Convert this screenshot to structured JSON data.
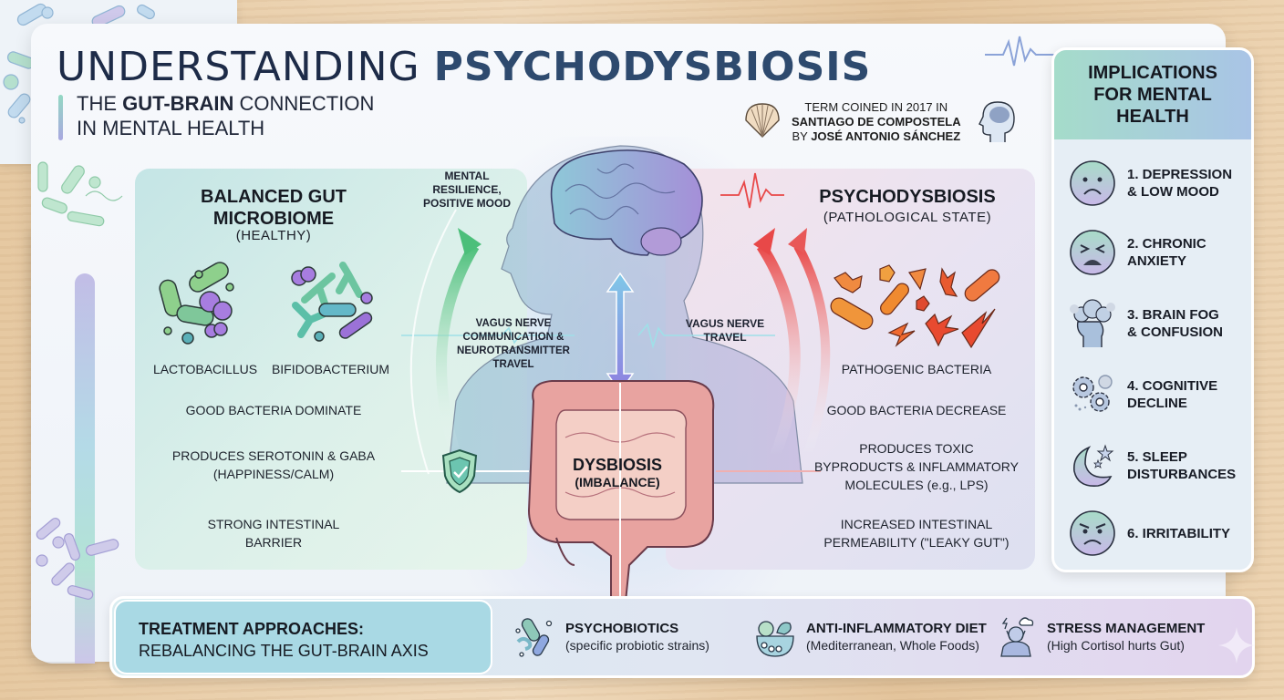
{
  "header": {
    "title_prefix": "UNDERSTANDING ",
    "title_emphasis": "PSYCHODYSBIOSIS",
    "subtitle_line1_pre": "THE ",
    "subtitle_line1_bold": "GUT-BRAIN",
    "subtitle_line1_post": " CONNECTION",
    "subtitle_line2": "IN MENTAL HEALTH"
  },
  "origin_note": {
    "line1": "TERM COINED IN 2017 IN",
    "line2": "SANTIAGO DE COMPOSTELA",
    "line3_pre": "BY ",
    "line3_bold": "JOSÉ ANTONIO SÁNCHEZ",
    "left_icon": "scallop-shell-icon",
    "right_icon": "head-brain-icon"
  },
  "healthy_panel": {
    "title_line1": "BALANCED GUT",
    "title_line2": "MICROBIOME",
    "subtitle": "(HEALTHY)",
    "bacteria": [
      {
        "label": "LACTOBACILLUS",
        "icon": "lactobacillus-icon"
      },
      {
        "label": "BIFIDOBACTERIUM",
        "icon": "bifidobacterium-icon"
      }
    ],
    "points": [
      {
        "line1": "GOOD BACTERIA DOMINATE",
        "line2": ""
      },
      {
        "line1": "PRODUCES SEROTONIN & GABA",
        "line2": "(HAPPINESS/CALM)"
      },
      {
        "line1": "STRONG INTESTINAL",
        "line2": "BARRIER"
      }
    ],
    "accent_color": "#5cc08a"
  },
  "center": {
    "mental_label_line1": "MENTAL",
    "mental_label_line2": "RESILIENCE,",
    "mental_label_line3": "POSITIVE MOOD",
    "vagus_left_line1": "VAGUS NERVE",
    "vagus_left_line2": "COMMUNICATION &",
    "vagus_left_line3": "NEUROTRANSMITTER",
    "vagus_left_line4": "TRAVEL",
    "vagus_right_line1": "VAGUS NERVE",
    "vagus_right_line2": "TRAVEL",
    "gut_label": "DYSBIOSIS",
    "gut_sublabel": "(IMBALANCE)",
    "arrow_color": "#8ba0e8"
  },
  "patho_panel": {
    "title": "PSYCHODYSBIOSIS",
    "subtitle": "(PATHOLOGICAL STATE)",
    "bacteria_label": "PATHOGENIC BACTERIA",
    "points": [
      {
        "line1": "GOOD BACTERIA DECREASE",
        "line2": "",
        "line3": ""
      },
      {
        "line1": "PRODUCES TOXIC",
        "line2": "BYPRODUCTS & INFLAMMATORY",
        "line3": "MOLECULES (e.g., LPS)"
      },
      {
        "line1": "INCREASED INTESTINAL",
        "line2": "PERMEABILITY (\"LEAKY GUT\")",
        "line3": ""
      }
    ],
    "accent_color": "#e8504a"
  },
  "implications": {
    "title_line1": "IMPLICATIONS",
    "title_line2": "FOR MENTAL",
    "title_line3": "HEALTH",
    "items": [
      {
        "line1": "1. DEPRESSION",
        "line2": "& LOW MOOD",
        "icon": "sad-face-icon"
      },
      {
        "line1": "2. CHRONIC",
        "line2": "ANXIETY",
        "icon": "anxious-face-icon"
      },
      {
        "line1": "3. BRAIN FOG",
        "line2": "& CONFUSION",
        "icon": "cloudy-head-icon"
      },
      {
        "line1": "4. COGNITIVE",
        "line2": "DECLINE",
        "icon": "gears-icon"
      },
      {
        "line1": "5. SLEEP",
        "line2": "DISTURBANCES",
        "icon": "moon-stars-icon"
      },
      {
        "line1": "6. IRRITABILITY",
        "line2": "",
        "icon": "angry-face-icon"
      }
    ]
  },
  "treatment": {
    "title_bold": "TREATMENT APPROACHES:",
    "title_sub": "REBALANCING THE GUT-BRAIN AXIS",
    "items": [
      {
        "name": "PSYCHOBIOTICS",
        "desc": "(specific probiotic strains)",
        "icon": "probiotic-bacteria-icon"
      },
      {
        "name": "ANTI-INFLAMMATORY DIET",
        "desc": "(Mediterranean, Whole Foods)",
        "icon": "food-bowl-icon"
      },
      {
        "name": "STRESS MANAGEMENT",
        "desc": "(High Cortisol hurts Gut)",
        "icon": "stressed-person-icon"
      }
    ]
  }
}
